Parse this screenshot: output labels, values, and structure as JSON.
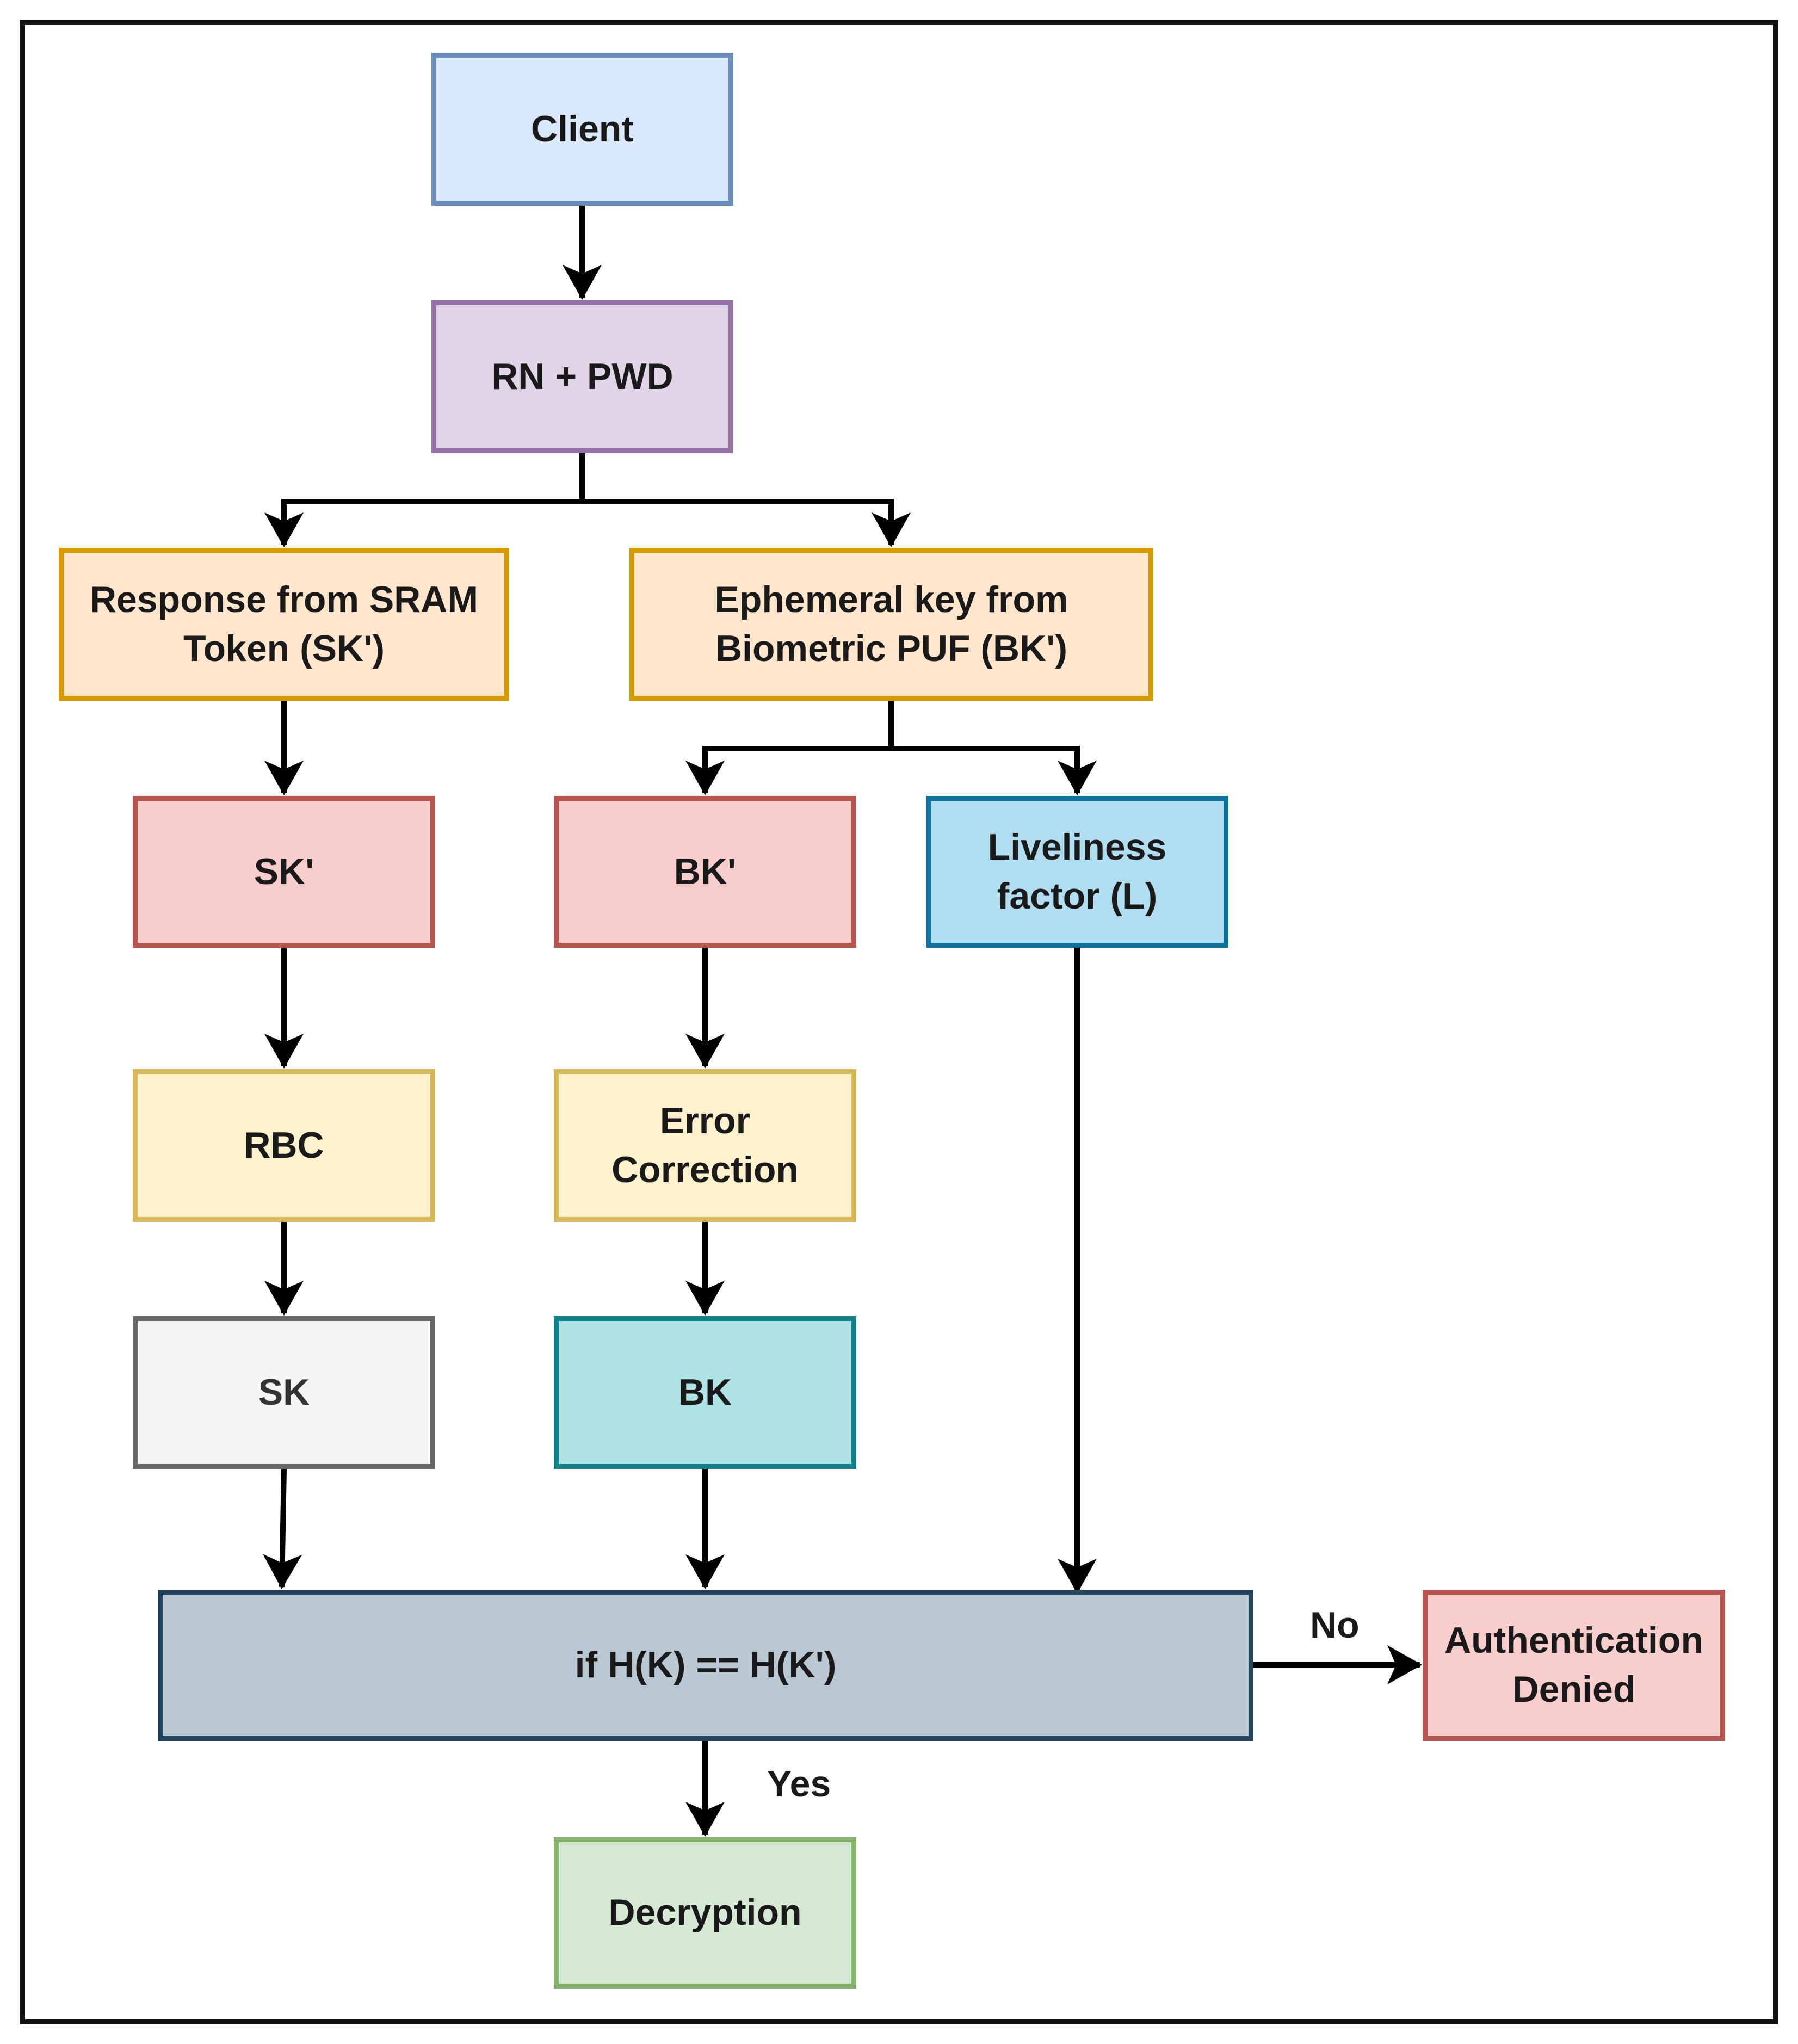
{
  "nodes": {
    "client": {
      "label": "Client",
      "fill": "#dae8fc",
      "stroke": "#6c8ebf"
    },
    "rn_pwd": {
      "label": "RN + PWD",
      "fill": "#e1d5e7",
      "stroke": "#9673a6"
    },
    "sram_response": {
      "label": "Response from SRAM\nToken (SK')",
      "fill": "#ffe6cc",
      "stroke": "#d79b00"
    },
    "ephemeral_key": {
      "label": "Ephemeral key from\nBiometric PUF (BK')",
      "fill": "#ffe6cc",
      "stroke": "#d79b00"
    },
    "sk_prime": {
      "label": "SK'",
      "fill": "#f8cecc",
      "stroke": "#b85450"
    },
    "bk_prime": {
      "label": "BK'",
      "fill": "#f8cecc",
      "stroke": "#b85450"
    },
    "liveliness": {
      "label": "Liveliness\nfactor (L)",
      "fill": "#b1ddf0",
      "stroke": "#10739e"
    },
    "rbc": {
      "label": "RBC",
      "fill": "#fff2cc",
      "stroke": "#d6b656"
    },
    "error_correction": {
      "label": "Error\nCorrection",
      "fill": "#fff2cc",
      "stroke": "#d6b656"
    },
    "sk": {
      "label": "SK",
      "fill": "#f5f5f5",
      "stroke": "#666666",
      "text_color": "#333333"
    },
    "bk": {
      "label": "BK",
      "fill": "#b0e3e6",
      "stroke": "#0e8088"
    },
    "hash_compare": {
      "label": "if H(K) == H(K')",
      "fill": "#bac8d3",
      "stroke": "#23445d"
    },
    "auth_denied": {
      "label": "Authentication\nDenied",
      "fill": "#f8cecc",
      "stroke": "#b85450"
    },
    "decryption": {
      "label": "Decryption",
      "fill": "#d5e8d4",
      "stroke": "#82b366"
    }
  },
  "edges": {
    "no_label": "No",
    "yes_label": "Yes",
    "line_color": "#000000"
  }
}
